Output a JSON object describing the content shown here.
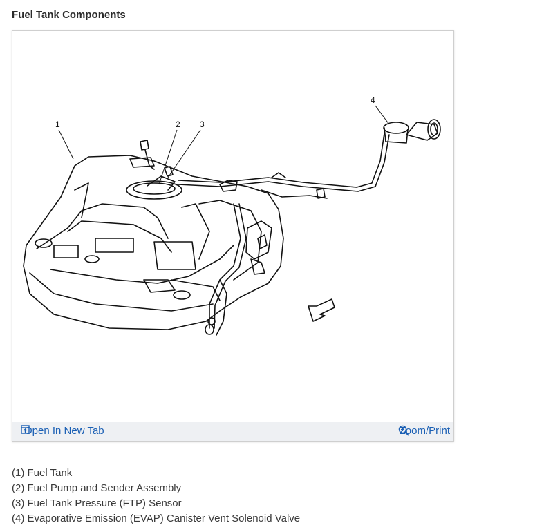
{
  "page": {
    "title": "Fuel Tank Components"
  },
  "diagram": {
    "callouts": [
      "1",
      "2",
      "3",
      "4"
    ]
  },
  "footer": {
    "open_tab_label": "Open In New Tab",
    "zoom_label": "Zoom/Print",
    "open_tab_icon": "open-in-new-tab-icon",
    "zoom_icon": "zoom-in-icon",
    "link_color": "#1a5fb4"
  },
  "legend": {
    "items": [
      "(1) Fuel Tank",
      "(2) Fuel Pump and Sender Assembly",
      "(3) Fuel Tank Pressure (FTP) Sensor",
      "(4) Evaporative Emission (EVAP) Canister Vent Solenoid Valve"
    ]
  }
}
